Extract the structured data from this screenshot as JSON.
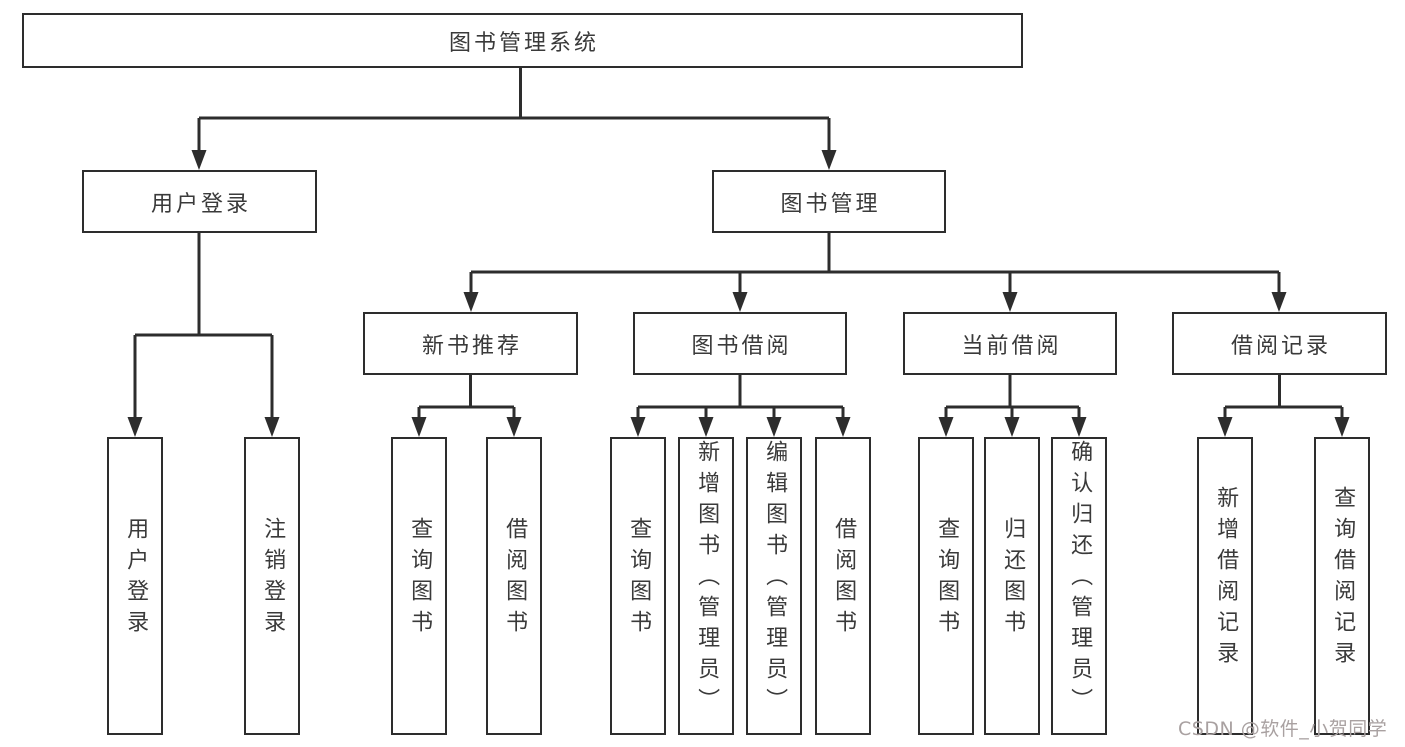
{
  "nodes": {
    "root": "图书管理系统",
    "login_branch": {
      "label": "用户登录",
      "children": [
        "用户登录",
        "注销登录"
      ]
    },
    "management_branch": {
      "label": "图书管理",
      "modules": [
        {
          "label": "新书推荐",
          "children": [
            "查询图书",
            "借阅图书"
          ]
        },
        {
          "label": "图书借阅",
          "children": [
            "查询图书",
            "新增图书（管理员）",
            "编辑图书（管理员）",
            "借阅图书"
          ]
        },
        {
          "label": "当前借阅",
          "children": [
            "查询图书",
            "归还图书",
            "确认归还（管理员）"
          ]
        },
        {
          "label": "借阅记录",
          "children": [
            "新增借阅记录",
            "查询借阅记录"
          ]
        }
      ]
    }
  },
  "colors": {
    "line": "#2d2d2d",
    "text": "#3a3a3a",
    "watermark": "#a9a1a1"
  },
  "watermark": "CSDN @软件_小贺同学"
}
